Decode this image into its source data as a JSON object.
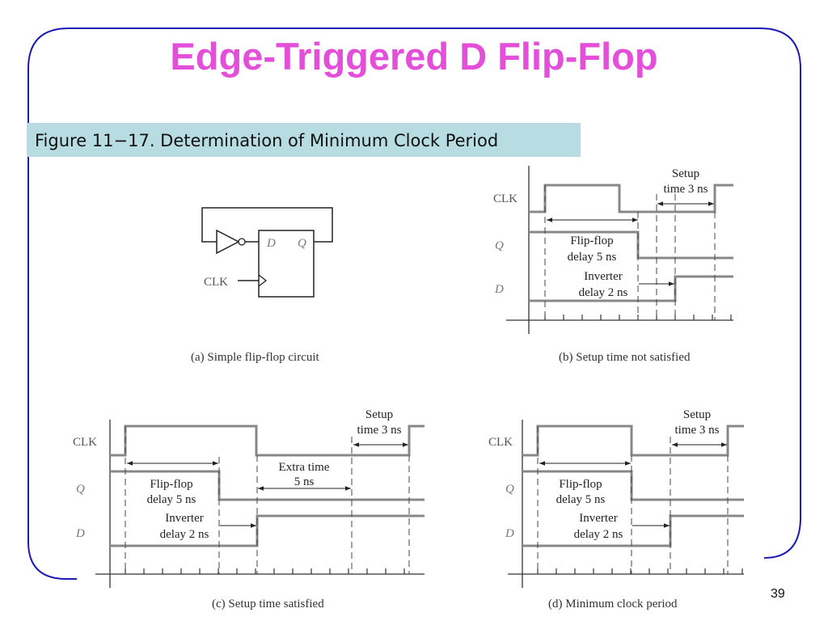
{
  "slide": {
    "title": "Edge-Triggered D Flip-Flop",
    "figure_label": "Figure 11−17. Determination of Minimum Clock Period",
    "page_number": "39"
  },
  "circuit": {
    "d_label": "D",
    "q_label": "Q",
    "clk_label": "CLK",
    "caption": "(a) Simple flip-flop circuit"
  },
  "panel_b": {
    "clk": "CLK",
    "q": "Q",
    "d": "D",
    "setup_1": "Setup",
    "setup_2": "time 3 ns",
    "ff_1": "Flip-flop",
    "ff_2": "delay 5 ns",
    "inv_1": "Inverter",
    "inv_2": "delay 2 ns",
    "caption": "(b) Setup time not satisfied"
  },
  "panel_c": {
    "clk": "CLK",
    "q": "Q",
    "d": "D",
    "setup_1": "Setup",
    "setup_2": "time 3 ns",
    "ff_1": "Flip-flop",
    "ff_2": "delay 5 ns",
    "inv_1": "Inverter",
    "inv_2": "delay 2 ns",
    "extra_1": "Extra time",
    "extra_2": "5 ns",
    "caption": "(c) Setup time satisfied"
  },
  "panel_d": {
    "clk": "CLK",
    "q": "Q",
    "d": "D",
    "setup_1": "Setup",
    "setup_2": "time 3 ns",
    "ff_1": "Flip-flop",
    "ff_2": "delay 5 ns",
    "inv_1": "Inverter",
    "inv_2": "delay 2 ns",
    "caption": "(d) Minimum clock period"
  },
  "colors": {
    "title": "#e34fd9",
    "frame": "#1b1bb5",
    "label_bg": "#b7dde3",
    "waveform": "#888888"
  }
}
